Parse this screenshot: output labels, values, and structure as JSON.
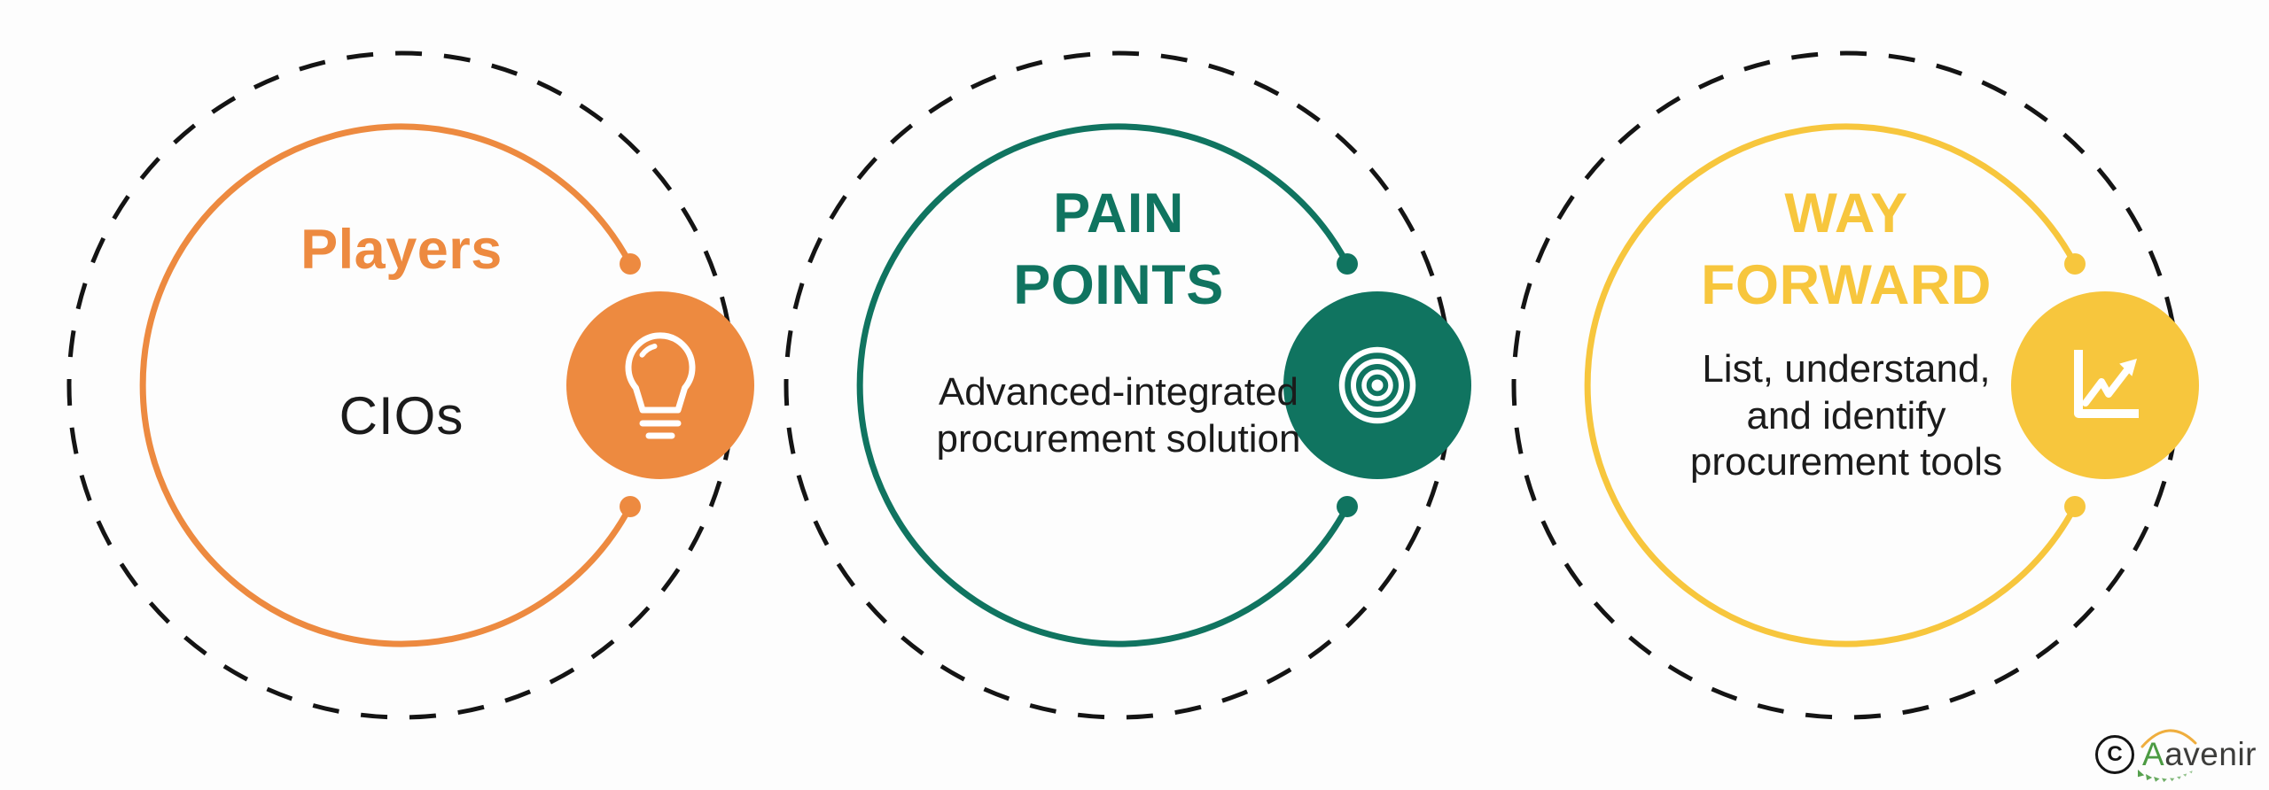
{
  "groups": [
    {
      "id": "players",
      "heading": "Players",
      "body": "CIOs",
      "accent_color": "#ED8A40",
      "icon": "lightbulb-icon"
    },
    {
      "id": "pain-points",
      "heading": "PAIN\nPOINTS",
      "body": "Advanced-integrated\nprocurement solution",
      "accent_color": "#107460",
      "icon": "target-icon"
    },
    {
      "id": "way-forward",
      "heading": "WAY\nFORWARD",
      "body": "List, understand,\nand identify\nprocurement tools",
      "accent_color": "#F7C63D",
      "icon": "growth-chart-icon"
    }
  ],
  "logo": {
    "copyright_letter": "C",
    "brand": "Aavenir",
    "brand_first_letter_color": "#4C9B43",
    "arc_color": "#EFAE3E",
    "text_color": "#3D3D3B"
  },
  "colors": {
    "background": "#FDFDFD",
    "dashed_ring": "#141414",
    "body_text": "#1B1B1B",
    "orange": "#ED8A40",
    "teal": "#107460",
    "yellow": "#F7C63D"
  }
}
